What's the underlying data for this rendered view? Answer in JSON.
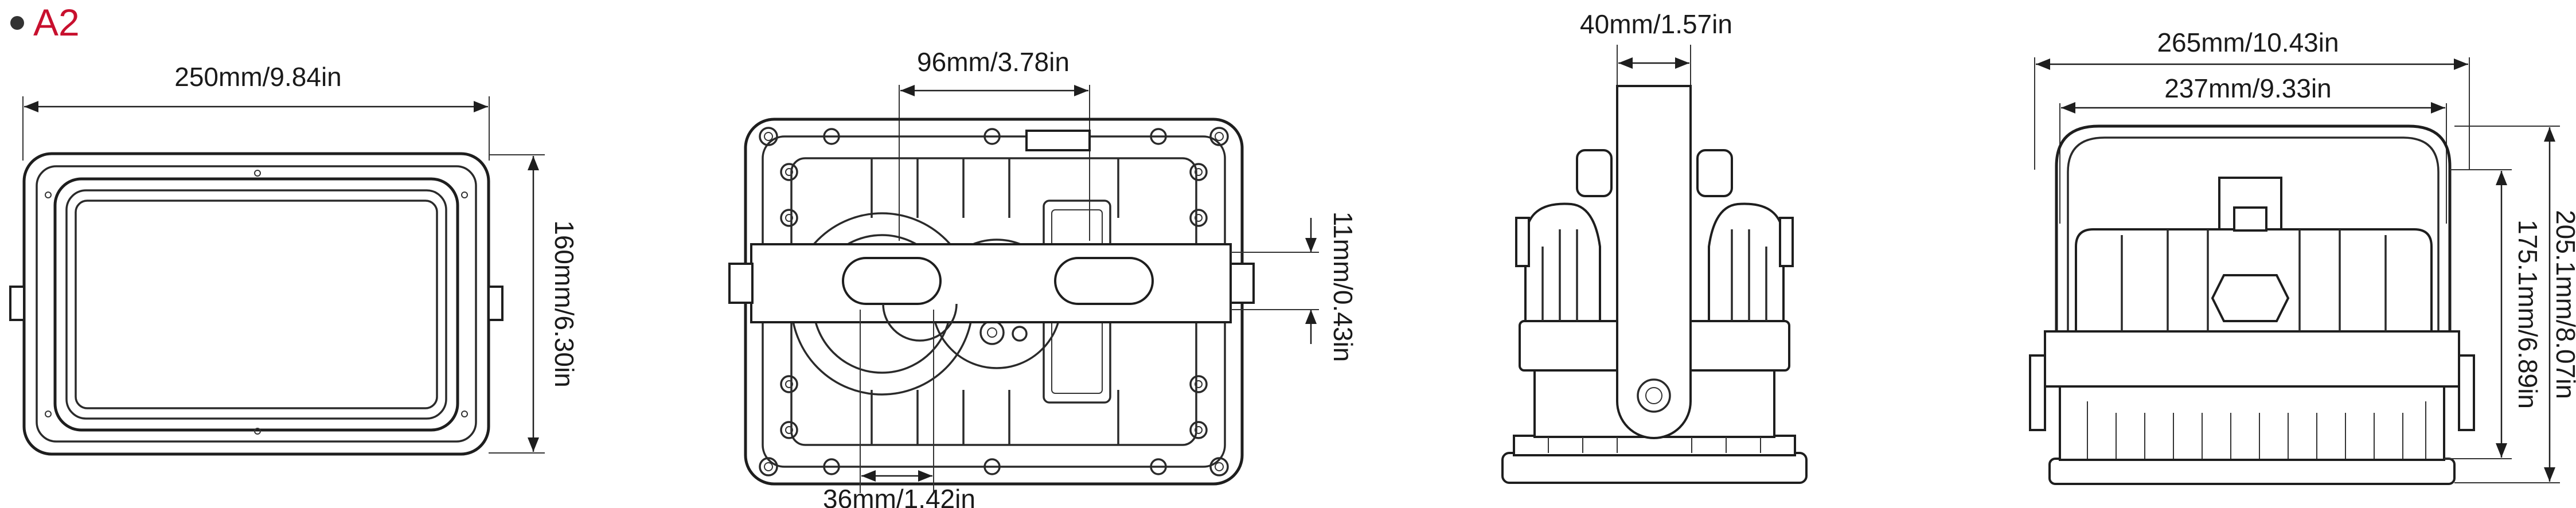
{
  "header": {
    "label": "A2",
    "label_color": "#c8102e",
    "bullet_color": "#333333"
  },
  "views": {
    "front": {
      "width_label": "250mm/9.84in",
      "height_label": "160mm/6.30in"
    },
    "back": {
      "top_label": "96mm/3.78in",
      "bottom_label": "36mm/1.42in",
      "side_label": "11mm/0.43in"
    },
    "side": {
      "top_label": "40mm/1.57in"
    },
    "rear": {
      "outer_width_label": "265mm/10.43in",
      "inner_width_label": "237mm/9.33in",
      "inner_height_label": "175.1mm/6.89in",
      "outer_height_label": "205.1mm/8.07in"
    }
  }
}
